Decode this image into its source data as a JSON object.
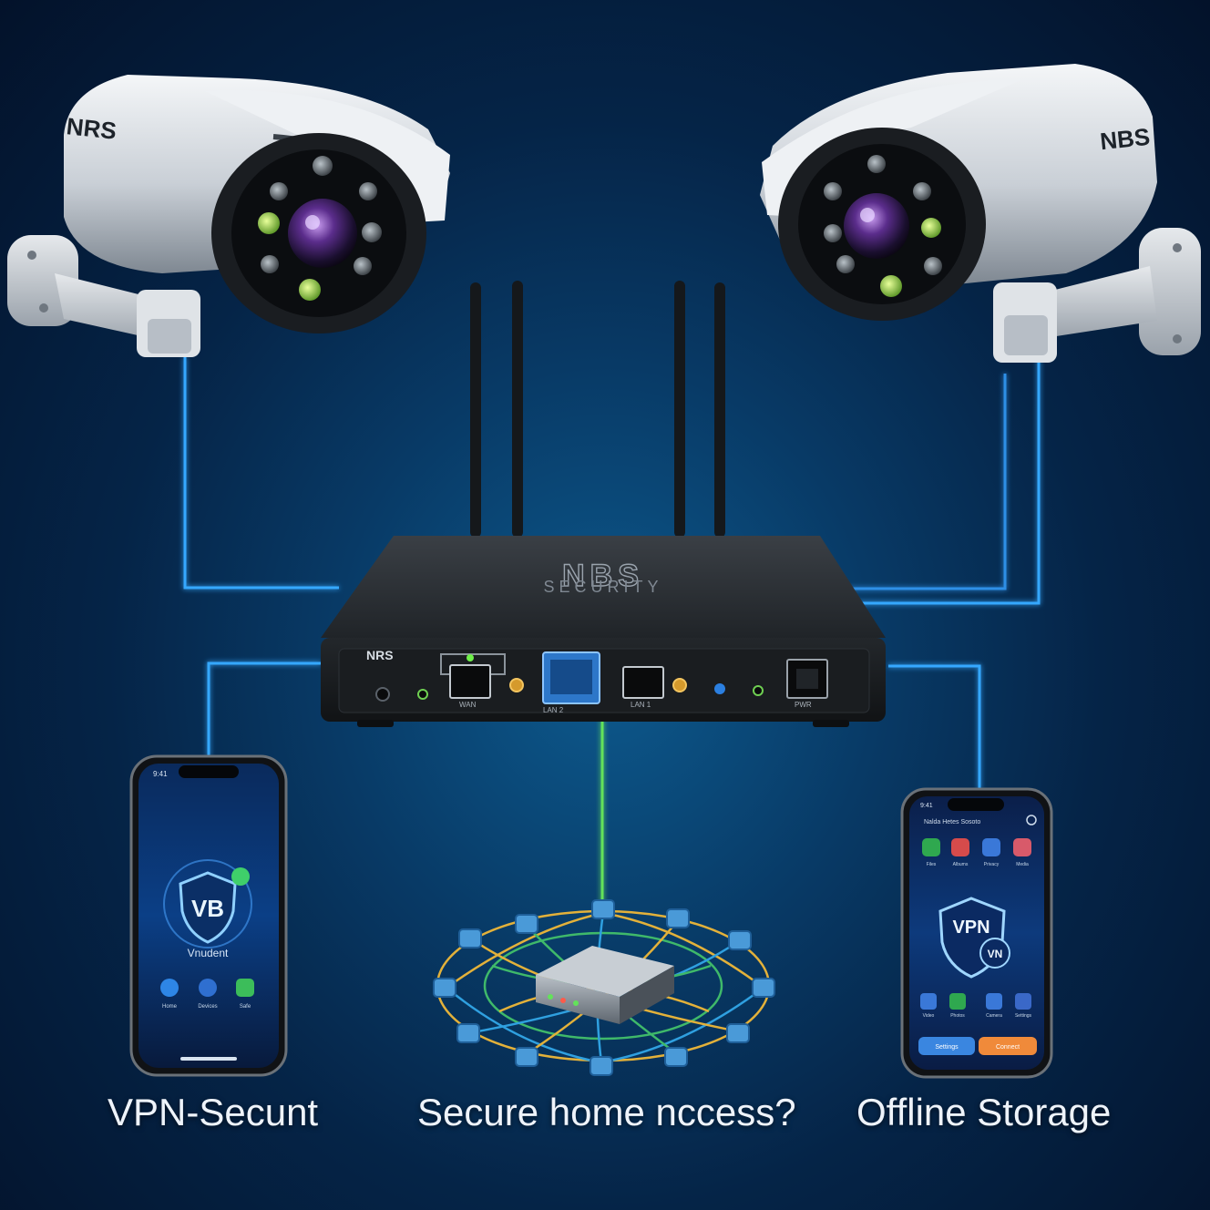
{
  "cameras": {
    "left_brand": "NRS",
    "right_brand": "NBS"
  },
  "router": {
    "top_logo": "NBS",
    "top_sub": "SECURITY",
    "front_brand": "NRS",
    "port_labels": [
      "WAN",
      "LAN 1",
      "LAN 2",
      "PWR"
    ]
  },
  "phone_left": {
    "status_time": "9:41",
    "badge_text": "VB",
    "app_name": "Vnudent",
    "dock_labels": [
      "Home",
      "Devices",
      "Safe"
    ]
  },
  "phone_right": {
    "status_time": "9:41",
    "header_text": "Nalda Hetes Sosoto",
    "apps_top": [
      "Files",
      "Albums",
      "Privacy",
      "Media"
    ],
    "shield_main": "VPN",
    "shield_sub": "VN",
    "apps_bottom": [
      "Video",
      "Photos",
      "Camera",
      "Settings"
    ],
    "button_left": "Settings",
    "button_right": "Connect"
  },
  "captions": {
    "left": "VPN-Secunt",
    "middle": "Secure home nccess?",
    "right": "Offline Storage"
  },
  "colors": {
    "link_blue": "#35a8ff",
    "link_green": "#63e25a",
    "mesh_node": "#4a9ad8",
    "mesh_wire_yellow": "#e3b13a",
    "accent_orange": "#f08a3a"
  }
}
